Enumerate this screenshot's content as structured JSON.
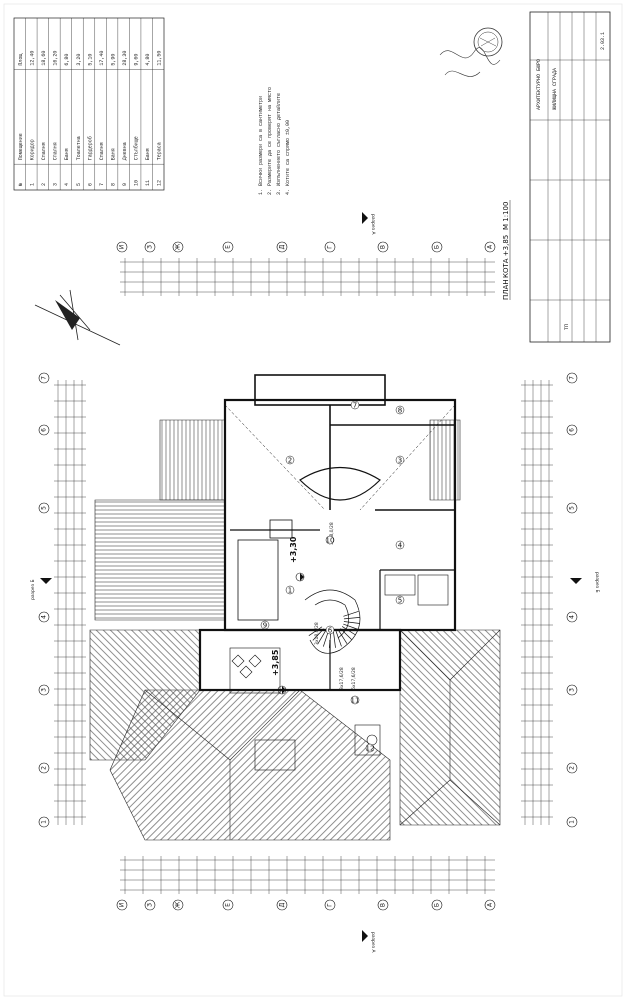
{
  "drawing": {
    "plan_title": "ПЛАН",
    "plan_level": "КОТА +3,85",
    "scale": "М 1:100",
    "section_a_label": "разрез А",
    "section_b_label": "разрез Б",
    "levels": [
      "+3,30",
      "+3,85"
    ],
    "stair_note_1": "3x18,0/28",
    "stair_note_2": "3x18,0/28",
    "stair_note_3": "3x17,6/28",
    "stair_note_4": "6x17,6/28",
    "rooms": [
      "1",
      "2",
      "3",
      "4",
      "5",
      "6",
      "7",
      "8",
      "9",
      "10",
      "11",
      "12"
    ],
    "axes_letters": [
      "И",
      "З",
      "Ж",
      "Е",
      "Д",
      "Г",
      "В",
      "Б",
      "А"
    ],
    "axes_numbers": [
      "1",
      "2",
      "3",
      "4",
      "5",
      "6",
      "7"
    ]
  },
  "title_block": {
    "firm": "АРХИТЕКТУРНО БЮРО",
    "project": "ЖИЛИЩНА СГРАДА",
    "phase": "ТП",
    "sheet": "2.03.1"
  },
  "notes": [
    "1. Всички размери са в сантиметри",
    "2. Размерите да се проверят на място",
    "3. Изпълнението съгласно детайлите",
    "4. Котите са спрямо ±0,00"
  ],
  "legend_table": {
    "header": [
      "№",
      "Помещение",
      "Площ"
    ],
    "rows": [
      [
        "1",
        "Коридор",
        "12,40"
      ],
      [
        "2",
        "Спалня",
        "18,60"
      ],
      [
        "3",
        "Спалня",
        "16,20"
      ],
      [
        "4",
        "Баня",
        "6,80"
      ],
      [
        "5",
        "Тоалетна",
        "3,20"
      ],
      [
        "6",
        "Гардероб",
        "5,10"
      ],
      [
        "7",
        "Спалня",
        "17,40"
      ],
      [
        "8",
        "Баня",
        "5,90"
      ],
      [
        "9",
        "Дневна",
        "28,30"
      ],
      [
        "10",
        "Стълбище",
        "9,60"
      ],
      [
        "11",
        "Баня",
        "4,80"
      ],
      [
        "12",
        "Тераса",
        "11,50"
      ]
    ]
  }
}
